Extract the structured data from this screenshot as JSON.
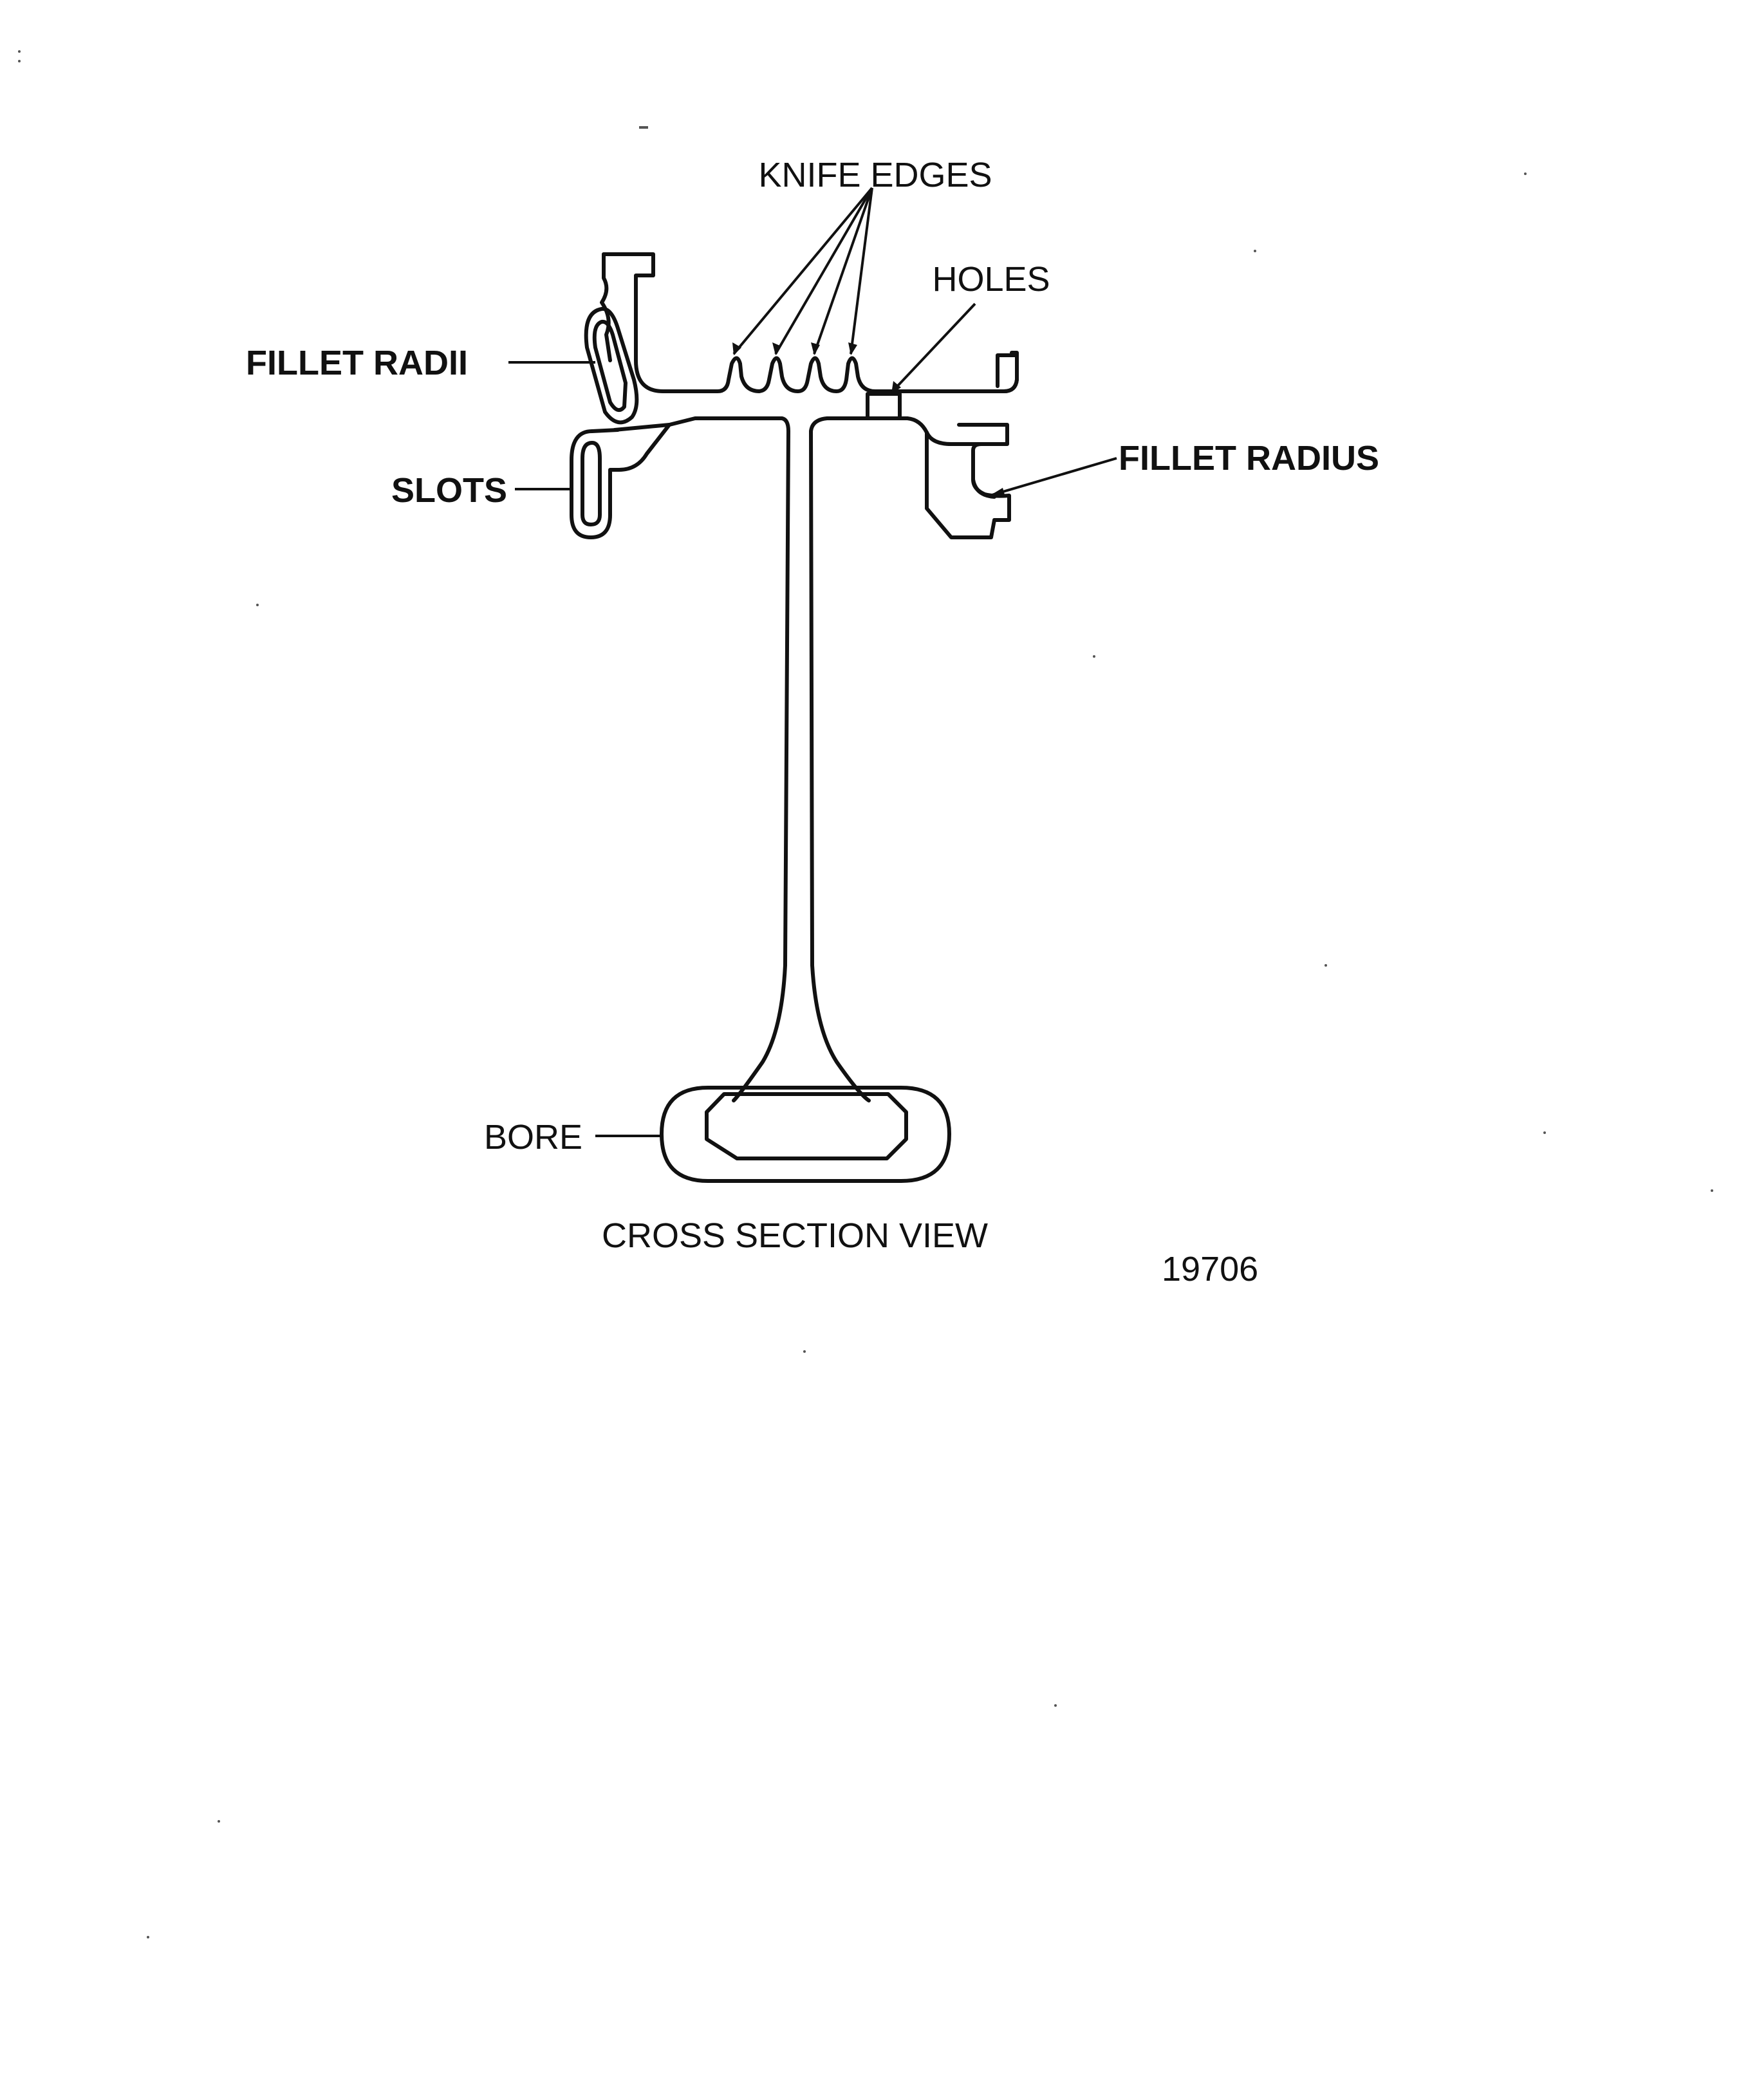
{
  "labels": {
    "knife_edges": "KNIFE EDGES",
    "holes": "HOLES",
    "fillet_radii": "FILLET RADII",
    "slots": "SLOTS",
    "fillet_radius": "FILLET RADIUS",
    "bore": "BORE",
    "caption": "CROSS SECTION VIEW",
    "figure_number": "19706"
  },
  "colors": {
    "ink": "#111111",
    "paper": "#ffffff"
  }
}
